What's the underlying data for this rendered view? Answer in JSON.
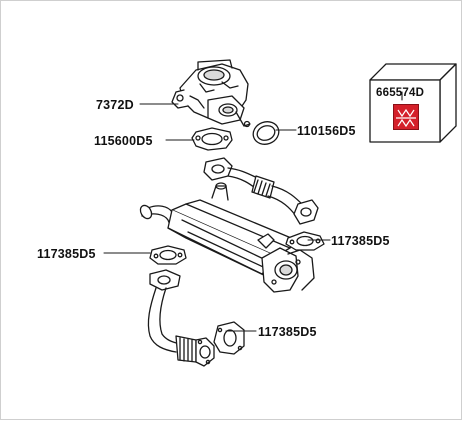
{
  "parts": {
    "egr_valve": "7372D",
    "valve_gasket": "115600D5",
    "o_ring": "110156D5",
    "cooler_gasket_right": "117385D5",
    "cooler_gasket_left": "117385D5",
    "pipe_gasket_bottom": "117385D5",
    "kit_box": "665574D"
  },
  "colors": {
    "stroke": "#1a1a1a",
    "part_fill": "#ffffff",
    "shade": "#d9d9d9",
    "badge_red": "#d4202a"
  },
  "icons": {
    "badge": "manufacturer-logo-icon"
  }
}
